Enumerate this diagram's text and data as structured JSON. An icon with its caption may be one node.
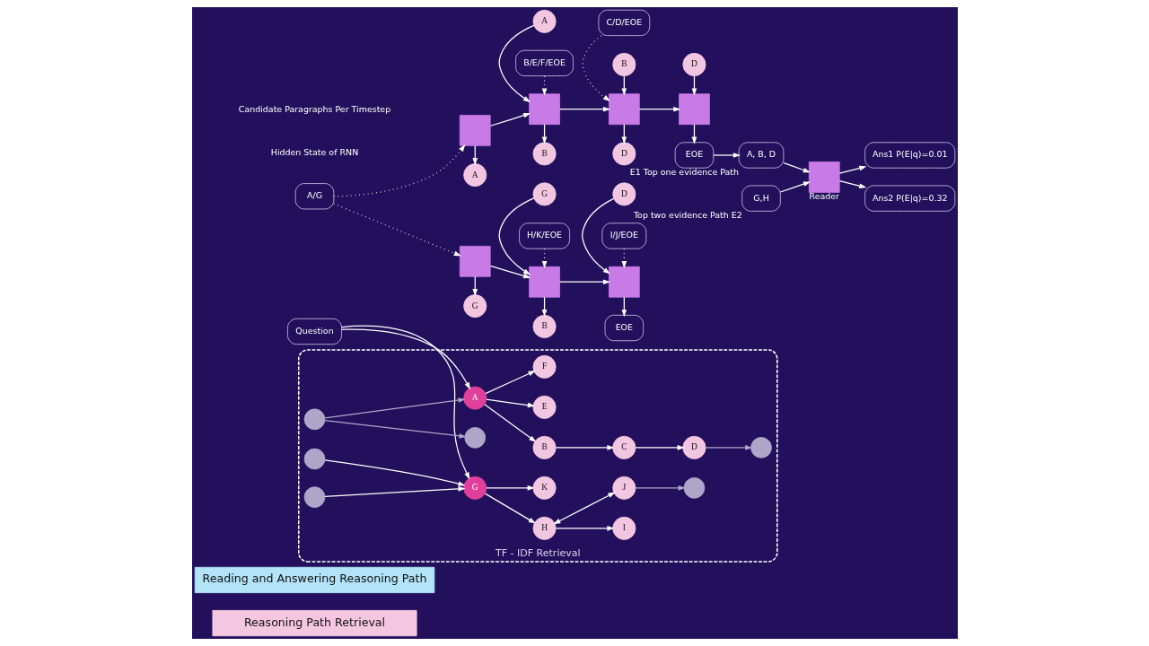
{
  "diagram": {
    "nodes": [
      {
        "text": [
          "Reasoning Path Retrieval"
        ]
      },
      {
        "text": [
          "Reading and Answering Reasoning Path"
        ]
      },
      {
        "text": [
          "Question"
        ]
      },
      {
        "text": [
          "TF - IDF Retrieval"
        ]
      },
      {
        "text": [],
        "shape": "circle",
        "in": 3
      },
      {
        "text": [],
        "shape": "circle",
        "in": 3
      },
      {
        "text": [
          "A"
        ],
        "in": 3
      },
      {
        "text": [
          "B"
        ],
        "in": 3
      },
      {
        "text": [
          "E"
        ],
        "in": 3
      },
      {
        "text": [
          "F"
        ],
        "in": 3
      },
      {
        "text": [
          "C"
        ],
        "in": 3
      },
      {
        "text": [
          "D"
        ],
        "in": 3
      },
      {
        "text": [],
        "shape": "circle",
        "in": 3
      },
      {
        "text": [
          "I"
        ],
        "in": 3
      },
      {
        "text": [],
        "shape": "circle",
        "in": 3
      },
      {
        "text": [
          "H"
        ],
        "in": 3
      },
      {
        "text": [
          "J"
        ],
        "in": 3
      },
      {
        "text": [
          "G"
        ],
        "in": 3
      },
      {
        "text": [],
        "shape": "circle",
        "in": 3
      },
      {
        "text": [],
        "shape": "circle",
        "in": 3
      },
      {
        "text": [
          "K"
        ],
        "in": 3
      },
      {
        "text": [],
        "shape": "box"
      },
      {
        "text": [],
        "shape": "box"
      },
      {
        "text": [],
        "shape": "box"
      },
      {
        "text": [],
        "shape": "box"
      },
      {
        "text": [
          "A"
        ]
      },
      {
        "text": [
          "B"
        ]
      },
      {
        "text": [
          "D"
        ]
      },
      {
        "text": [
          "EOE"
        ]
      },
      {
        "text": [
          "A"
        ]
      },
      {
        "text": [
          "B"
        ]
      },
      {
        "text": [
          "D"
        ]
      },
      {
        "text": [
          "B/E/F/EOE"
        ]
      },
      {
        "text": [
          "C/D/EOE"
        ]
      },
      {
        "text": [
          "A/G"
        ]
      },
      {
        "text": [],
        "shape": "box"
      },
      {
        "text": [],
        "shape": "box"
      },
      {
        "text": [],
        "shape": "box"
      },
      {
        "text": [
          "G"
        ]
      },
      {
        "text": [
          "B"
        ]
      },
      {
        "text": [
          "EOE"
        ]
      },
      {
        "text": [
          "G"
        ]
      },
      {
        "text": [
          "D"
        ]
      },
      {
        "text": [
          "H/K/EOE"
        ]
      },
      {
        "text": [
          "I/J/EOE"
        ]
      },
      {
        "text": [
          "A, B, D"
        ],
        "beside": [
          "E1 Top one evidence Path"
        ]
      },
      {
        "text": [],
        "shape": "box",
        "beside": [
          "Reader"
        ]
      },
      {
        "text": [
          "Ans1 P(E|q)=0.01"
        ]
      },
      {
        "text": [
          "Ans2 P(E|q)=0.32"
        ]
      },
      {
        "text": [
          "G,H"
        ],
        "beside": [
          "Top two evidence Path E2"
        ]
      }
    ],
    "edges": [
      {
        "from": 2,
        "to": 6,
        "arrow": "to"
      },
      {
        "from": 2,
        "to": 17,
        "arrow": "to"
      },
      {
        "from": 4,
        "to": 5,
        "arrow": "to",
        "color": "#aea6c8"
      },
      {
        "from": 4,
        "to": 6,
        "arrow": "to",
        "color": "#aea6c8"
      },
      {
        "from": 6,
        "to": 7,
        "arrow": "to"
      },
      {
        "from": 6,
        "to": 8,
        "arrow": "to"
      },
      {
        "from": 6,
        "to": 9,
        "arrow": "to"
      },
      {
        "from": 7,
        "to": 10,
        "arrow": "to"
      },
      {
        "from": 10,
        "to": 11,
        "arrow": "to"
      },
      {
        "from": 11,
        "to": 12,
        "arrow": "to",
        "color": "#aea6c8"
      },
      {
        "from": 15,
        "to": 13,
        "arrow": "to"
      },
      {
        "from": 16,
        "to": 14,
        "arrow": "to",
        "color": "#aea6c8"
      },
      {
        "from": 15,
        "to": 16,
        "arrow": "both"
      },
      {
        "from": 17,
        "to": 15,
        "arrow": "to"
      },
      {
        "from": 18,
        "to": 17,
        "arrow": "to"
      },
      {
        "from": 19,
        "to": 17,
        "arrow": "to"
      },
      {
        "from": 17,
        "to": 20,
        "arrow": "to"
      },
      {
        "from": 21,
        "to": 25,
        "arrow": "to"
      },
      {
        "from": 21,
        "to": 22,
        "arrow": "to"
      },
      {
        "from": 22,
        "to": 26,
        "arrow": "to"
      },
      {
        "from": 22,
        "to": 23,
        "arrow": "to"
      },
      {
        "from": 23,
        "to": 27,
        "arrow": "to"
      },
      {
        "from": 23,
        "to": 24,
        "arrow": "to"
      },
      {
        "from": 24,
        "to": 28,
        "arrow": "to"
      },
      {
        "from": 29,
        "to": 22,
        "arrow": "to"
      },
      {
        "from": 30,
        "to": 23,
        "arrow": "to"
      },
      {
        "from": 31,
        "to": 24,
        "arrow": "to"
      },
      {
        "from": 32,
        "to": 22,
        "arrow": "to",
        "style": "dashed"
      },
      {
        "from": 33,
        "to": 23,
        "arrow": "to",
        "style": "dashed"
      },
      {
        "from": 34,
        "to": 21,
        "arrow": "to",
        "style": "dashed"
      },
      {
        "from": 34,
        "to": 35,
        "arrow": "to",
        "style": "dashed"
      },
      {
        "from": 35,
        "to": 38,
        "arrow": "to"
      },
      {
        "from": 35,
        "to": 36,
        "arrow": "to"
      },
      {
        "from": 36,
        "to": 39,
        "arrow": "to"
      },
      {
        "from": 36,
        "to": 37,
        "arrow": "to"
      },
      {
        "from": 37,
        "to": 40,
        "arrow": "to"
      },
      {
        "from": 41,
        "to": 36,
        "arrow": "to"
      },
      {
        "from": 42,
        "to": 37,
        "arrow": "to"
      },
      {
        "from": 43,
        "to": 36,
        "arrow": "to",
        "style": "dashed"
      },
      {
        "from": 44,
        "to": 37,
        "arrow": "to",
        "style": "dashed"
      },
      {
        "from": 28,
        "to": 45,
        "arrow": "to"
      },
      {
        "from": 45,
        "to": 46,
        "arrow": "to"
      },
      {
        "from": 49,
        "to": 46,
        "arrow": "to"
      },
      {
        "from": 46,
        "to": 47,
        "arrow": "to"
      },
      {
        "from": 46,
        "to": 48,
        "arrow": "to"
      }
    ],
    "labels": [
      "Hidden State of RNN",
      "Candidate Paragraphs Per Timestep"
    ]
  }
}
